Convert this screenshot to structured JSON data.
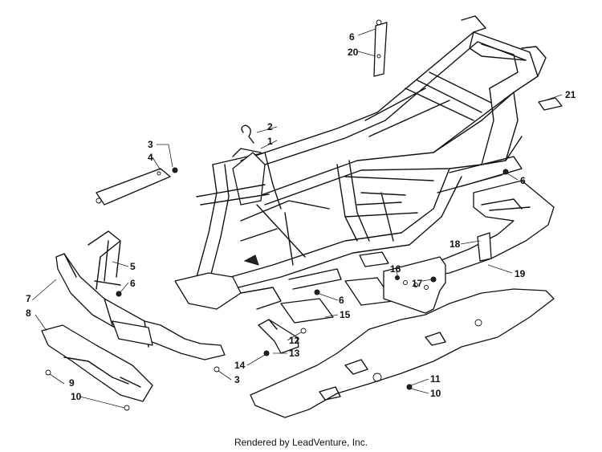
{
  "callouts": [
    {
      "id": "l6a",
      "text": "6"
    },
    {
      "id": "l20",
      "text": "20"
    },
    {
      "id": "l2",
      "text": "2"
    },
    {
      "id": "l1",
      "text": "1"
    },
    {
      "id": "l21",
      "text": "21"
    },
    {
      "id": "l3a",
      "text": "3"
    },
    {
      "id": "l4",
      "text": "4"
    },
    {
      "id": "l6b",
      "text": "6"
    },
    {
      "id": "l5",
      "text": "5"
    },
    {
      "id": "l6c",
      "text": "6"
    },
    {
      "id": "l7",
      "text": "7"
    },
    {
      "id": "l8",
      "text": "8"
    },
    {
      "id": "l18",
      "text": "18"
    },
    {
      "id": "l19",
      "text": "19"
    },
    {
      "id": "l16",
      "text": "16"
    },
    {
      "id": "l17",
      "text": "17"
    },
    {
      "id": "l6d",
      "text": "6"
    },
    {
      "id": "l15",
      "text": "15"
    },
    {
      "id": "l12",
      "text": "12"
    },
    {
      "id": "l13",
      "text": "13"
    },
    {
      "id": "l14",
      "text": "14"
    },
    {
      "id": "l3b",
      "text": "3"
    },
    {
      "id": "l9",
      "text": "9"
    },
    {
      "id": "l10a",
      "text": "10"
    },
    {
      "id": "l11",
      "text": "11"
    },
    {
      "id": "l10b",
      "text": "10"
    }
  ],
  "footer": {
    "credit": "Rendered by LeadVenture, Inc."
  }
}
